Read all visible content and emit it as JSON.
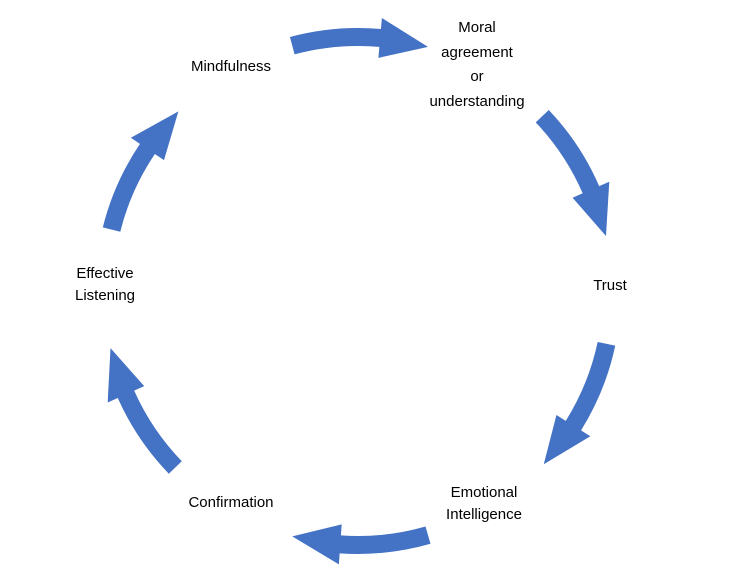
{
  "diagram": {
    "title": "",
    "arrow_color": "#4472C4",
    "direction": "clockwise",
    "nodes": [
      {
        "id": "moral",
        "label_lines": [
          "Moral",
          "agreement",
          "or",
          "understanding"
        ]
      },
      {
        "id": "trust",
        "label_lines": [
          "Trust"
        ]
      },
      {
        "id": "emotional",
        "label_lines": [
          "Emotional",
          "Intelligence"
        ]
      },
      {
        "id": "confirmation",
        "label_lines": [
          "Confirmation"
        ]
      },
      {
        "id": "listening",
        "label_lines": [
          "Effective",
          "Listening"
        ]
      },
      {
        "id": "mindfulness",
        "label_lines": [
          "Mindfulness"
        ]
      }
    ],
    "edges": [
      {
        "from": "mindfulness",
        "to": "moral"
      },
      {
        "from": "moral",
        "to": "trust"
      },
      {
        "from": "trust",
        "to": "emotional"
      },
      {
        "from": "emotional",
        "to": "confirmation"
      },
      {
        "from": "confirmation",
        "to": "listening"
      },
      {
        "from": "listening",
        "to": "mindfulness"
      }
    ]
  }
}
